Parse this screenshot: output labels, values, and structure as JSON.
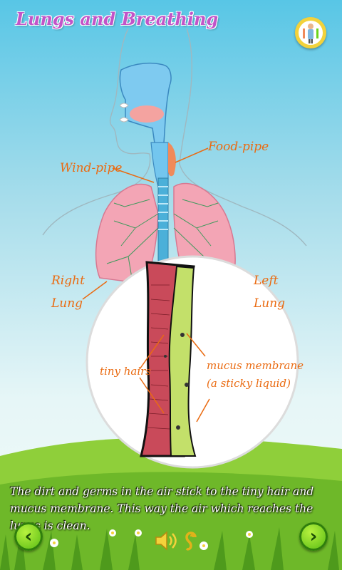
{
  "header": {
    "title": "Lungs and Breathing"
  },
  "labels": {
    "food_pipe": "Food-pipe",
    "wind_pipe": "Wind-pipe",
    "right_lung_line1": "Right",
    "right_lung_line2": "Lung",
    "left_lung_line1": "Left",
    "left_lung_line2": "Lung"
  },
  "zoom": {
    "tiny_hairs": "tiny hairs",
    "mucus_line1": "mucus membrane",
    "mucus_line2": "(a sticky liquid)"
  },
  "caption": "The dirt and germs in the air stick to the tiny hair and mucus membrane. This way the air which reaches the lungs is clean.",
  "icons": {
    "menu": "body-chart-icon",
    "prev": "chevron-left-icon",
    "next": "chevron-right-icon",
    "sound": "speaker-icon",
    "listen": "ear-icon"
  },
  "colors": {
    "title": "#c254c8",
    "label": "#ea6b12",
    "button": "#6bd41c",
    "pipe": "#c94a5a",
    "mucus": "#c3e06a"
  }
}
